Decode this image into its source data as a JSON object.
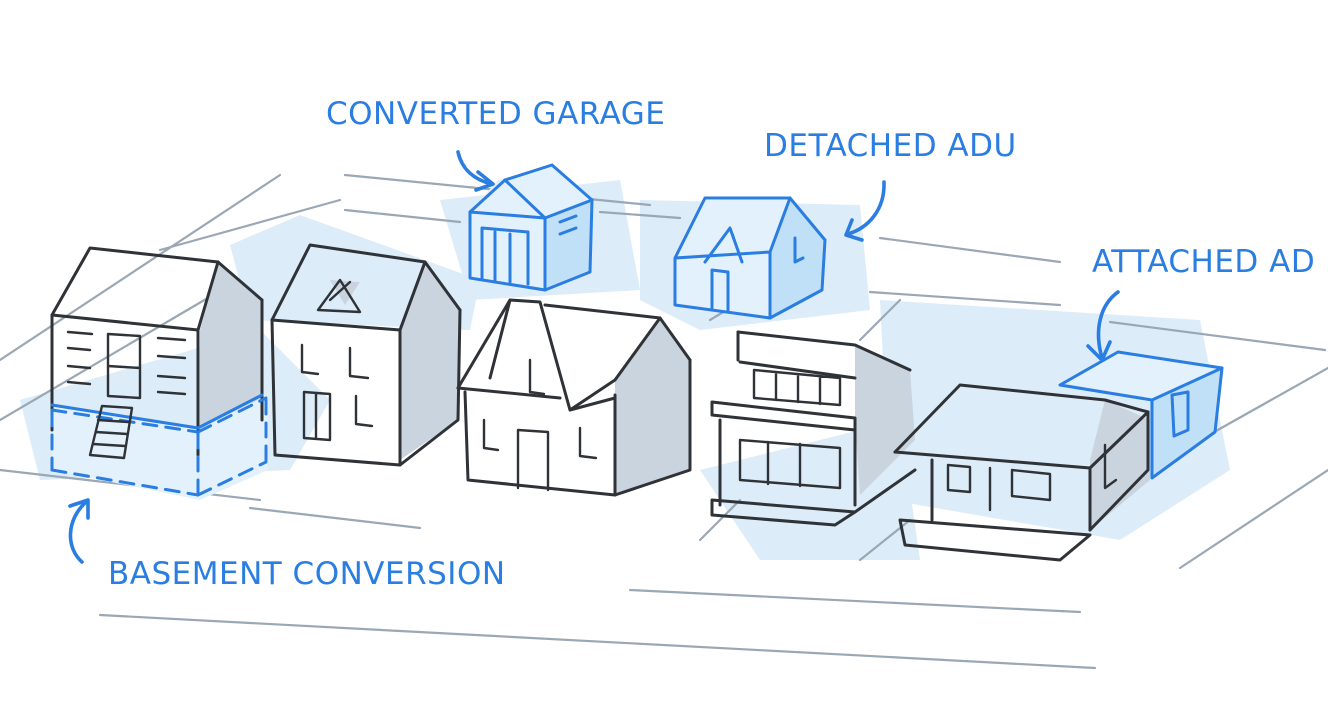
{
  "labels": {
    "converted_garage": "CONVERTED GARAGE",
    "detached_adu": "DETACHED ADU",
    "attached_adu": "ATTACHED AD",
    "basement_conversion": "BASEMENT CONVERSION"
  },
  "colors": {
    "accent_blue": "#2a7de1",
    "light_blue_wash": "#dcecf8",
    "shadow_gray": "#c9d4de",
    "line_dark": "#2f3337",
    "street_gray": "#9aa7b4"
  }
}
